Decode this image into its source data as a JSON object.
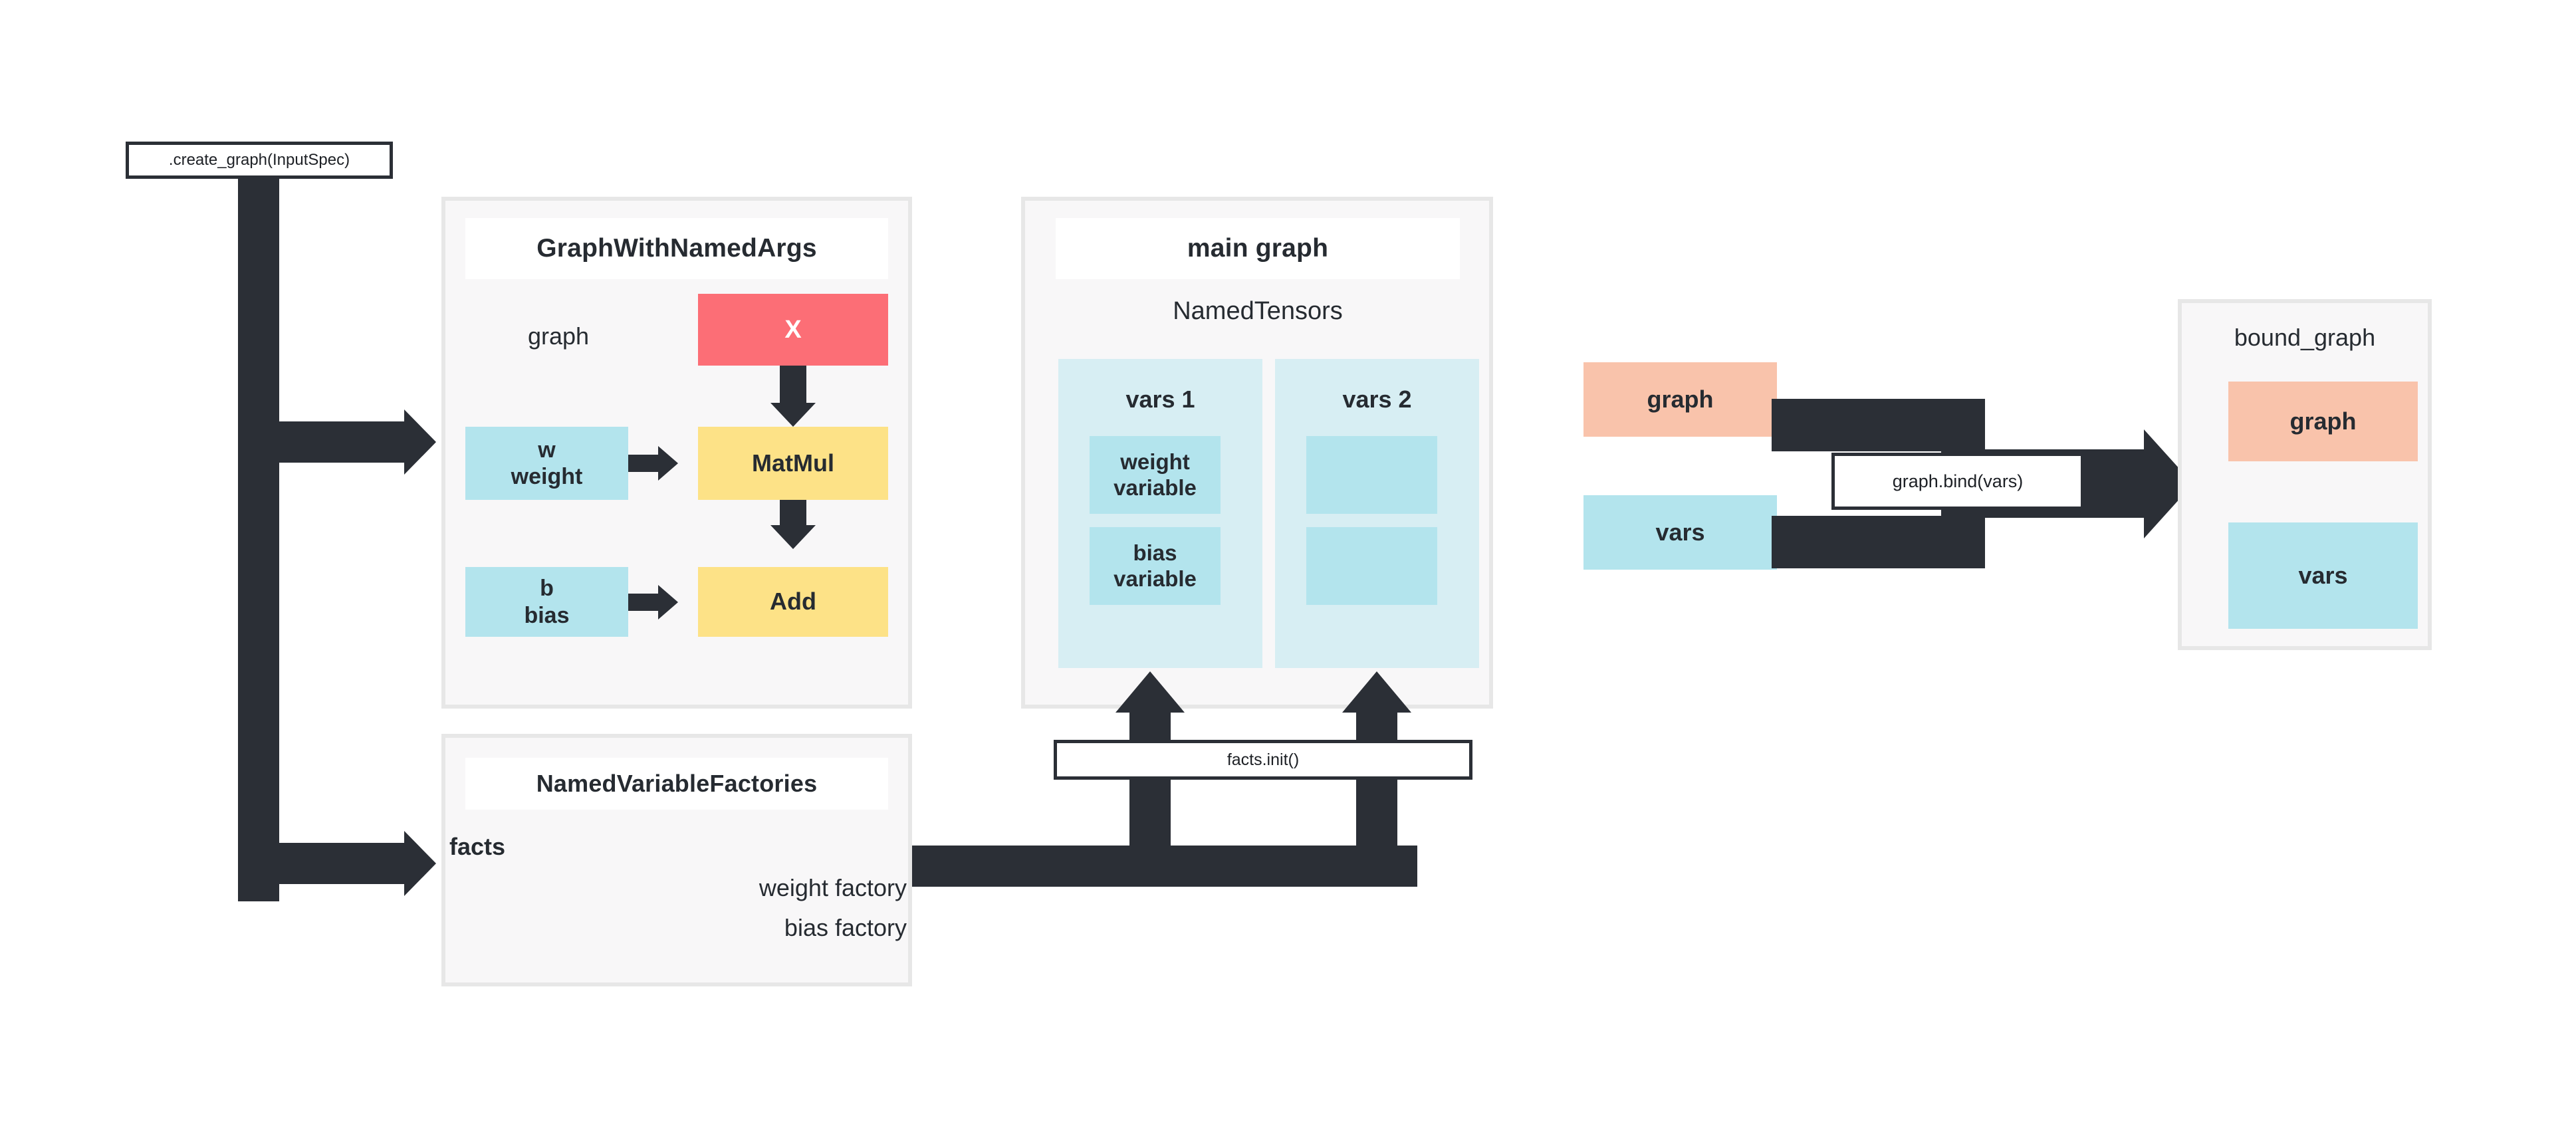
{
  "diagram": {
    "title_box": {
      "label": ".create_graph(InputSpec)"
    },
    "panels": {
      "graph_with_named_args": {
        "title": "GraphWithNamedArgs",
        "field_label": "graph",
        "nodes": [
          {
            "id": "x",
            "label": "X",
            "color": "#fc6e76"
          },
          {
            "id": "weight",
            "label": "w\nweight",
            "color": "#b3e4ed"
          },
          {
            "id": "matmul",
            "label": "MatMul",
            "color": "#fde287"
          },
          {
            "id": "bias",
            "label": "b\nbias",
            "color": "#b3e4ed"
          },
          {
            "id": "add",
            "label": "Add",
            "color": "#fde287"
          }
        ]
      },
      "main_graph": {
        "title": "main graph",
        "subtitle": "NamedTensors",
        "groups": [
          {
            "id": "vars1",
            "label": "vars 1",
            "items": [
              {
                "label": "weight\nvariable"
              },
              {
                "label": "bias\nvariable"
              }
            ]
          },
          {
            "id": "vars2",
            "label": "vars 2",
            "items": [
              {
                "label": ""
              },
              {
                "label": ""
              }
            ]
          }
        ]
      },
      "named_variable_factories": {
        "title": "NamedVariableFactories",
        "field_label": "facts",
        "entries": [
          {
            "label": "weight factory"
          },
          {
            "label": "bias factory"
          }
        ]
      },
      "bound_graph": {
        "title": "bound_graph",
        "nodes": [
          {
            "id": "graph",
            "label": "graph",
            "color": "#f9c3ab"
          },
          {
            "id": "vars",
            "label": "vars",
            "color": "#b3e4ed"
          }
        ]
      }
    },
    "standalone_nodes": [
      {
        "id": "graph-in",
        "label": "graph",
        "color": "#f9c3ab"
      },
      {
        "id": "vars-in",
        "label": "vars",
        "color": "#b3e4ed"
      }
    ],
    "edge_labels": {
      "facts_init": "facts.init()",
      "graph_bind": "graph.bind(vars)"
    },
    "colors": {
      "arrow": "#2b2f36",
      "panel_bg": "#f8f7f8",
      "panel_border": "#e7e7e7",
      "red": "#fc6e76",
      "yellow": "#fde287",
      "cyan": "#b3e4ed",
      "cyan_light": "#d7eef3",
      "peach": "#f9c3ab",
      "text": "#262b31",
      "white": "#ffffff"
    }
  }
}
